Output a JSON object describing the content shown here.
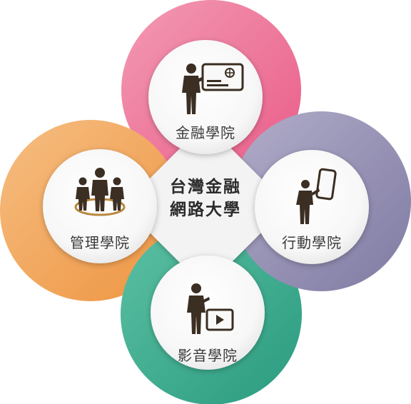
{
  "center": {
    "line1": "台灣金融",
    "line2": "網路大學"
  },
  "colleges": {
    "finance": {
      "label": "金融學院",
      "color": "#ee6f96"
    },
    "mobile": {
      "label": "行動學院",
      "color": "#8c86ad"
    },
    "video": {
      "label": "影音學院",
      "color": "#3dab8e"
    },
    "management": {
      "label": "管理學院",
      "color": "#f0a050"
    }
  },
  "icons": {
    "finance": "card-presenter-icon",
    "mobile": "smartphone-presenter-icon",
    "video": "video-presenter-icon",
    "management": "team-icon"
  }
}
